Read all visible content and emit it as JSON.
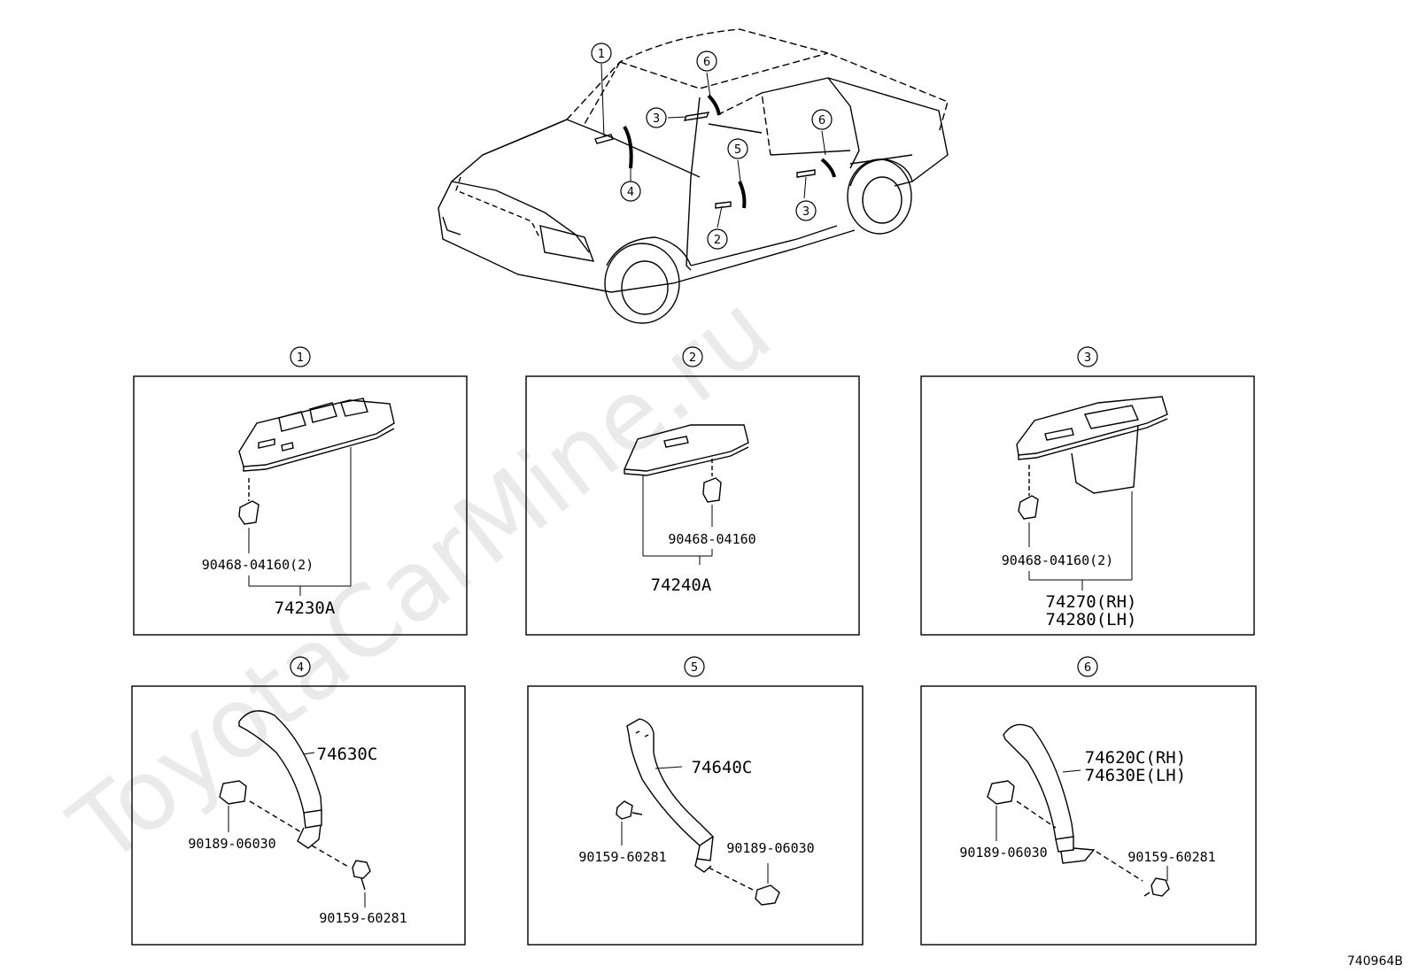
{
  "watermark": "ToyotaCarMine.ru",
  "diagram_code": "740964B",
  "overview_callouts": [
    "1",
    "6",
    "3",
    "5",
    "6",
    "4",
    "2",
    "3"
  ],
  "panels": [
    {
      "id": "1",
      "labels": [
        "90468-04160(2)",
        "74230A"
      ]
    },
    {
      "id": "2",
      "labels": [
        "90468-04160",
        "74240A"
      ]
    },
    {
      "id": "3",
      "labels": [
        "90468-04160(2)",
        "74270(RH)",
        "74280(LH)"
      ]
    },
    {
      "id": "4",
      "labels": [
        "74630C",
        "90189-06030",
        "90159-60281"
      ]
    },
    {
      "id": "5",
      "labels": [
        "74640C",
        "90159-60281",
        "90189-06030"
      ]
    },
    {
      "id": "6",
      "labels": [
        "74620C(RH)",
        "74630E(LH)",
        "90189-06030",
        "90159-60281"
      ]
    }
  ]
}
